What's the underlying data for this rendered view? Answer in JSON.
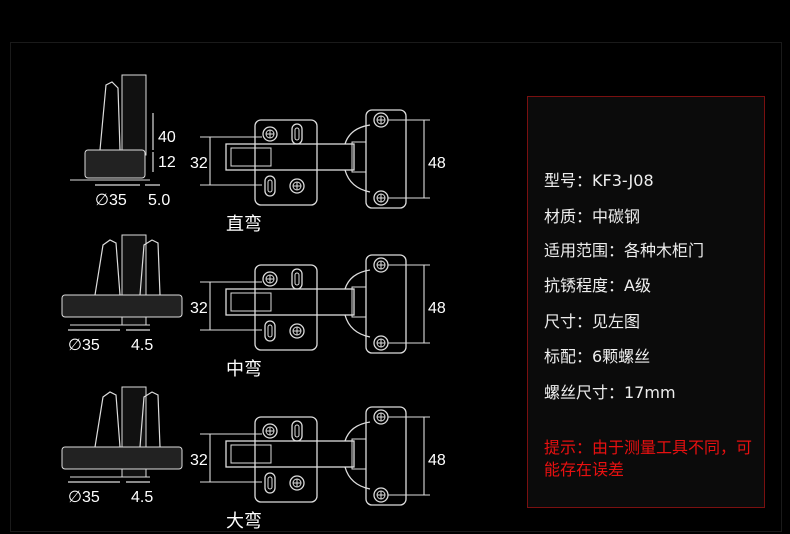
{
  "hinges": [
    {
      "label": "直弯",
      "height_top": "40",
      "height_bottom": "12",
      "cup_diameter": "∅35",
      "overlay": "5.0",
      "width_arm": "32",
      "width_base": "48"
    },
    {
      "label": "中弯",
      "cup_diameter": "∅35",
      "overlay": "4.5",
      "width_arm": "32",
      "width_base": "48"
    },
    {
      "label": "大弯",
      "cup_diameter": "∅35",
      "overlay": "4.5",
      "width_arm": "32",
      "width_base": "48"
    }
  ],
  "specs": [
    "型号：KF3-J08",
    "材质：中碳钢",
    "适用范围：各种木柜门",
    "抗锈程度：A级",
    "尺寸：见左图",
    "标配：6颗螺丝",
    "螺丝尺寸：17mm"
  ],
  "notice": "提示：由于测量工具不同，可能存在误差",
  "colors": {
    "notice": "#e81010",
    "border": "#7a1010"
  }
}
